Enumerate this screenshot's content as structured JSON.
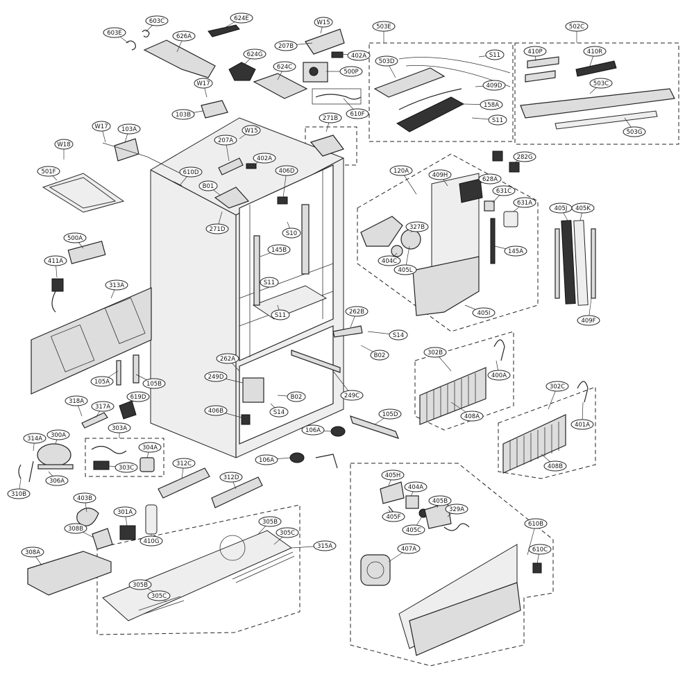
{
  "labels": {
    "l603E": "603E",
    "l603C": "603C",
    "l626A": "626A",
    "l624E": "624E",
    "l624G": "624G",
    "l624C": "624C",
    "lW15": "W15",
    "l207B": "207B",
    "l402A_top": "402A",
    "l500P": "500P",
    "l610F": "610F",
    "l271B": "271B",
    "lW17_top": "W17",
    "l103B": "103B",
    "lW17_left": "W17",
    "l103A": "103A",
    "lW18": "W18",
    "l501F": "501F",
    "lW15_mid": "W15",
    "l207A": "207A",
    "l402A_mid": "402A",
    "l610D": "610D",
    "lB01": "B01",
    "l406D": "406D",
    "l271D": "271D",
    "lS10": "S10",
    "l145B": "145B",
    "lS11_a": "S11",
    "lS11_b": "S11",
    "l500A": "500A",
    "l411A": "411A",
    "l313A": "313A",
    "l503E": "503E",
    "l503D": "503D",
    "lS11_c": "S11",
    "l409D": "409D",
    "l158A": "158A",
    "lS11_d": "S11",
    "l502C": "502C",
    "l410P": "410P",
    "l410R": "410R",
    "l503C": "503C",
    "l503G": "503G",
    "l282G": "282G",
    "l120A": "120A",
    "l409H": "409H",
    "l628A": "628A",
    "l631C": "631C",
    "l631A": "631A",
    "l327B": "327B",
    "l404C": "404C",
    "l405L": "405L",
    "l145A": "145A",
    "l405I": "405I",
    "l405J": "405J",
    "l405K": "405K",
    "l409F": "409F",
    "l262B": "262B",
    "lS14_a": "S14",
    "lB02_a": "B02",
    "l262A": "262A",
    "l249D": "249D",
    "lB02_b": "B02",
    "l249C": "249C",
    "l406B": "406B",
    "lS14_b": "S14",
    "l105A": "105A",
    "l105B": "105B",
    "l318A": "318A",
    "l317A": "317A",
    "l619D": "619D",
    "l303A": "303A",
    "l304A": "304A",
    "l303C": "303C",
    "l314A": "314A",
    "l300A": "300A",
    "l306A": "306A",
    "l310B": "310B",
    "l302B": "302B",
    "l400A": "400A",
    "l408A": "408A",
    "l302C": "302C",
    "l401A": "401A",
    "l408B": "408B",
    "l105D": "105D",
    "l106A_a": "106A",
    "l106A_b": "106A",
    "l312C": "312C",
    "l312D": "312D",
    "l403B": "403B",
    "l301A": "301A",
    "l410G": "410G",
    "l308B": "308B",
    "l308A": "308A",
    "l305B_a": "305B",
    "l305C_a": "305C",
    "l315A": "315A",
    "l305B_b": "305B",
    "l305C_b": "305C",
    "l405H": "405H",
    "l404A": "404A",
    "l405B": "405B",
    "l405F": "405F",
    "l329A": "329A",
    "l405C": "405C",
    "l407A": "407A",
    "l610B": "610B",
    "l610C": "610C"
  },
  "colors": {
    "line": "#222222",
    "fill": "#dddddd",
    "background": "#ffffff"
  }
}
